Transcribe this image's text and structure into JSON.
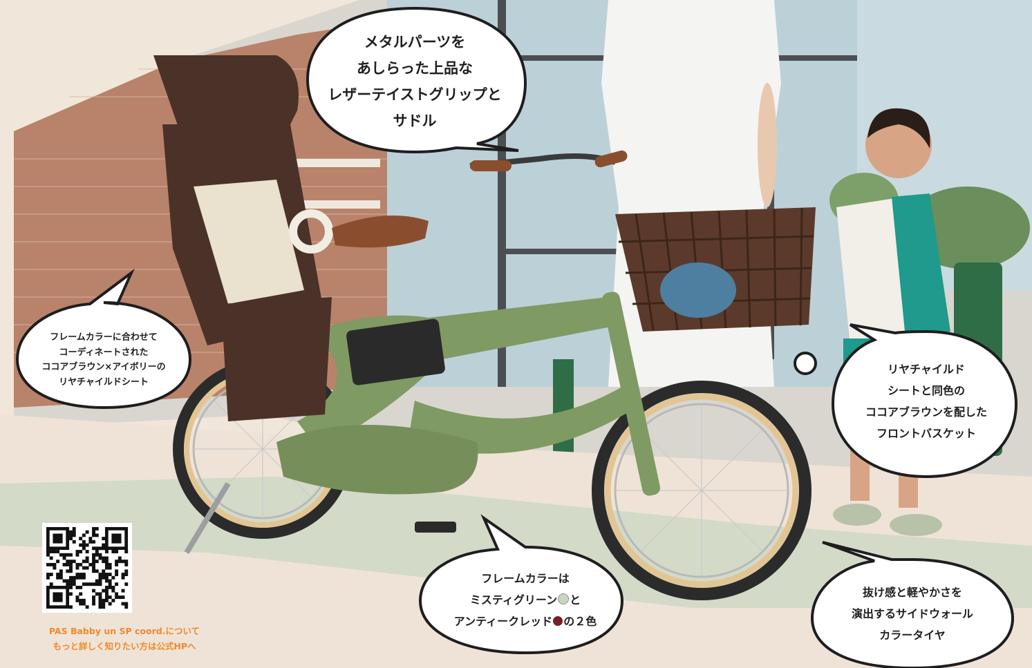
{
  "colors": {
    "background": "#f1e6da",
    "frame_green": "#7f9a62",
    "cocoa_brown": "#4a3228",
    "basket_brown": "#5b3a2c",
    "misty_green_dot": "#c9d4c2",
    "antique_red_dot": "#7b1d24",
    "caption_orange": "#ee8a2a",
    "tire_cream": "#e2c592"
  },
  "callouts": {
    "grip_saddle": {
      "lines": [
        "メタルパーツを",
        "あしらった上品な",
        "レザーテイストグリップと",
        "サドル"
      ]
    },
    "child_seat": {
      "lines": [
        "フレームカラーに合わせて",
        "コーディネートされた",
        "ココアブラウン×アイボリーの",
        "リヤチャイルドシート"
      ]
    },
    "front_basket": {
      "lines": [
        "リヤチャイルド",
        "シートと同色の",
        "ココアブラウンを配した",
        "フロントバスケット"
      ]
    },
    "frame_color": {
      "line1": "フレームカラーは",
      "line2_text": "ミスティグリーン",
      "line2_suffix": "と",
      "line3_text": "アンティークレッド",
      "line3_suffix": "の２色"
    },
    "tires": {
      "lines": [
        "抜け感と軽やかさを",
        "演出するサイドウォール",
        "カラータイヤ"
      ]
    }
  },
  "qr": {
    "icon": "qr-code-icon",
    "caption_lines": [
      "PAS Babby un SP coord.について",
      "もっと詳しく知りたい方は公式HPへ"
    ]
  }
}
